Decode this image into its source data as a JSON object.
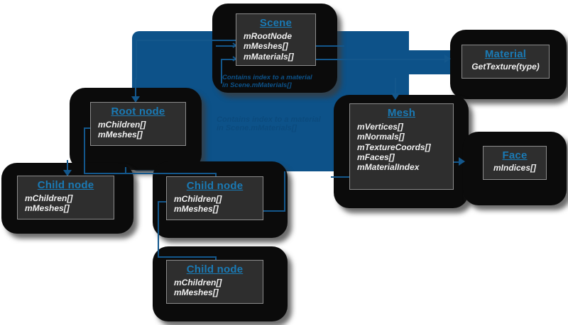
{
  "diagram": {
    "title_color": "#1a7ab5",
    "field_color": "#efefef",
    "connector_color": "#13578c",
    "blob_color": "#0d5289",
    "panel_color": "#0b0b0b",
    "card_color": "#2e2e2e",
    "background": "#ffffff"
  },
  "nodes": {
    "scene": {
      "title": "Scene",
      "fields": [
        "mRootNode",
        "mMeshes[]",
        "mMaterials[]"
      ]
    },
    "material": {
      "title": "Material",
      "fields": [
        "GetTexture(type)"
      ]
    },
    "root_node": {
      "title": "Root node",
      "fields": [
        "mChildren[]",
        "mMeshes[]"
      ]
    },
    "mesh": {
      "title": "Mesh",
      "fields": [
        "mVertices[]",
        "mNormals[]",
        "mTextureCoords[]",
        "mFaces[]",
        "mMaterialIndex"
      ]
    },
    "face": {
      "title": "Face",
      "fields": [
        "mIndices[]"
      ]
    },
    "child_a": {
      "title": "Child node",
      "fields": [
        "mChildren[]",
        "mMeshes[]"
      ]
    },
    "child_b": {
      "title": "Child node",
      "fields": [
        "mChildren[]",
        "mMeshes[]"
      ]
    },
    "child_c": {
      "title": "Child node",
      "fields": [
        "mChildren[]",
        "mMeshes[]"
      ]
    }
  },
  "annotations": {
    "material_index_note_line1": "Contains index to a material",
    "material_index_note_line2": "in Scene.mMaterials[]"
  }
}
